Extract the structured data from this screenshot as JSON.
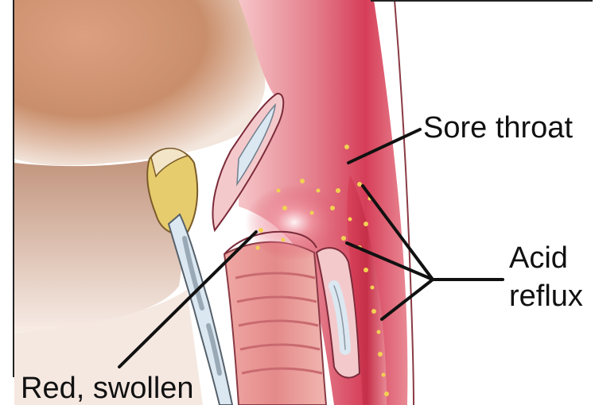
{
  "labels": {
    "sore_throat": "Sore throat",
    "acid_line1": "Acid",
    "acid_line2": "reflux",
    "red_swollen": "Red, swollen"
  },
  "colors": {
    "skin": "#c98e6b",
    "throat_pink": "#e8909a",
    "throat_red": "#d9455d",
    "cartilage": "#dbe7f1",
    "fat": "#e6cc6c",
    "acid_dots": "#f2d152",
    "leader_line": "#111111"
  }
}
